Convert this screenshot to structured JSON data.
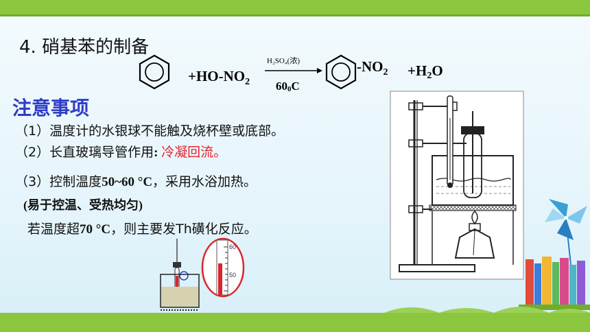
{
  "slide": {
    "title": "4. 硝基苯的制备",
    "equation": {
      "reactant": "+HO-NO",
      "reactant_sub": "2",
      "catalyst": "H₂SO₄(浓)",
      "temperature": "60",
      "temperature_sup": "0",
      "temperature_unit": "C",
      "product_group": "-NO",
      "product_group_sub": "2",
      "byproduct": "+H",
      "byproduct_sub": "2",
      "byproduct_tail": "O"
    },
    "heading": "注意事项",
    "notes": [
      {
        "prefix": "（1）温度计的水银球不能触及烧杯壁或底部。"
      },
      {
        "prefix": "（2）长直玻璃导管作用",
        "colon": ": ",
        "highlight": "冷凝回流。"
      },
      {
        "prefix": "（3）控制温度",
        "value": "50~60 °C",
        "suffix": "，采用水浴加热。"
      },
      {
        "paren": "(易于控温、受热均匀)"
      },
      {
        "prefix": "若温度超",
        "value": "70 °C",
        "suffix": "，则主要发Th磺化反应。"
      }
    ],
    "thermometer_zoom": {
      "label_top": "60",
      "label_bottom": "50",
      "reading": 54
    }
  },
  "colors": {
    "heading": "#2f3cc7",
    "highlight": "#e8202a",
    "bars": "#8cc63f"
  }
}
